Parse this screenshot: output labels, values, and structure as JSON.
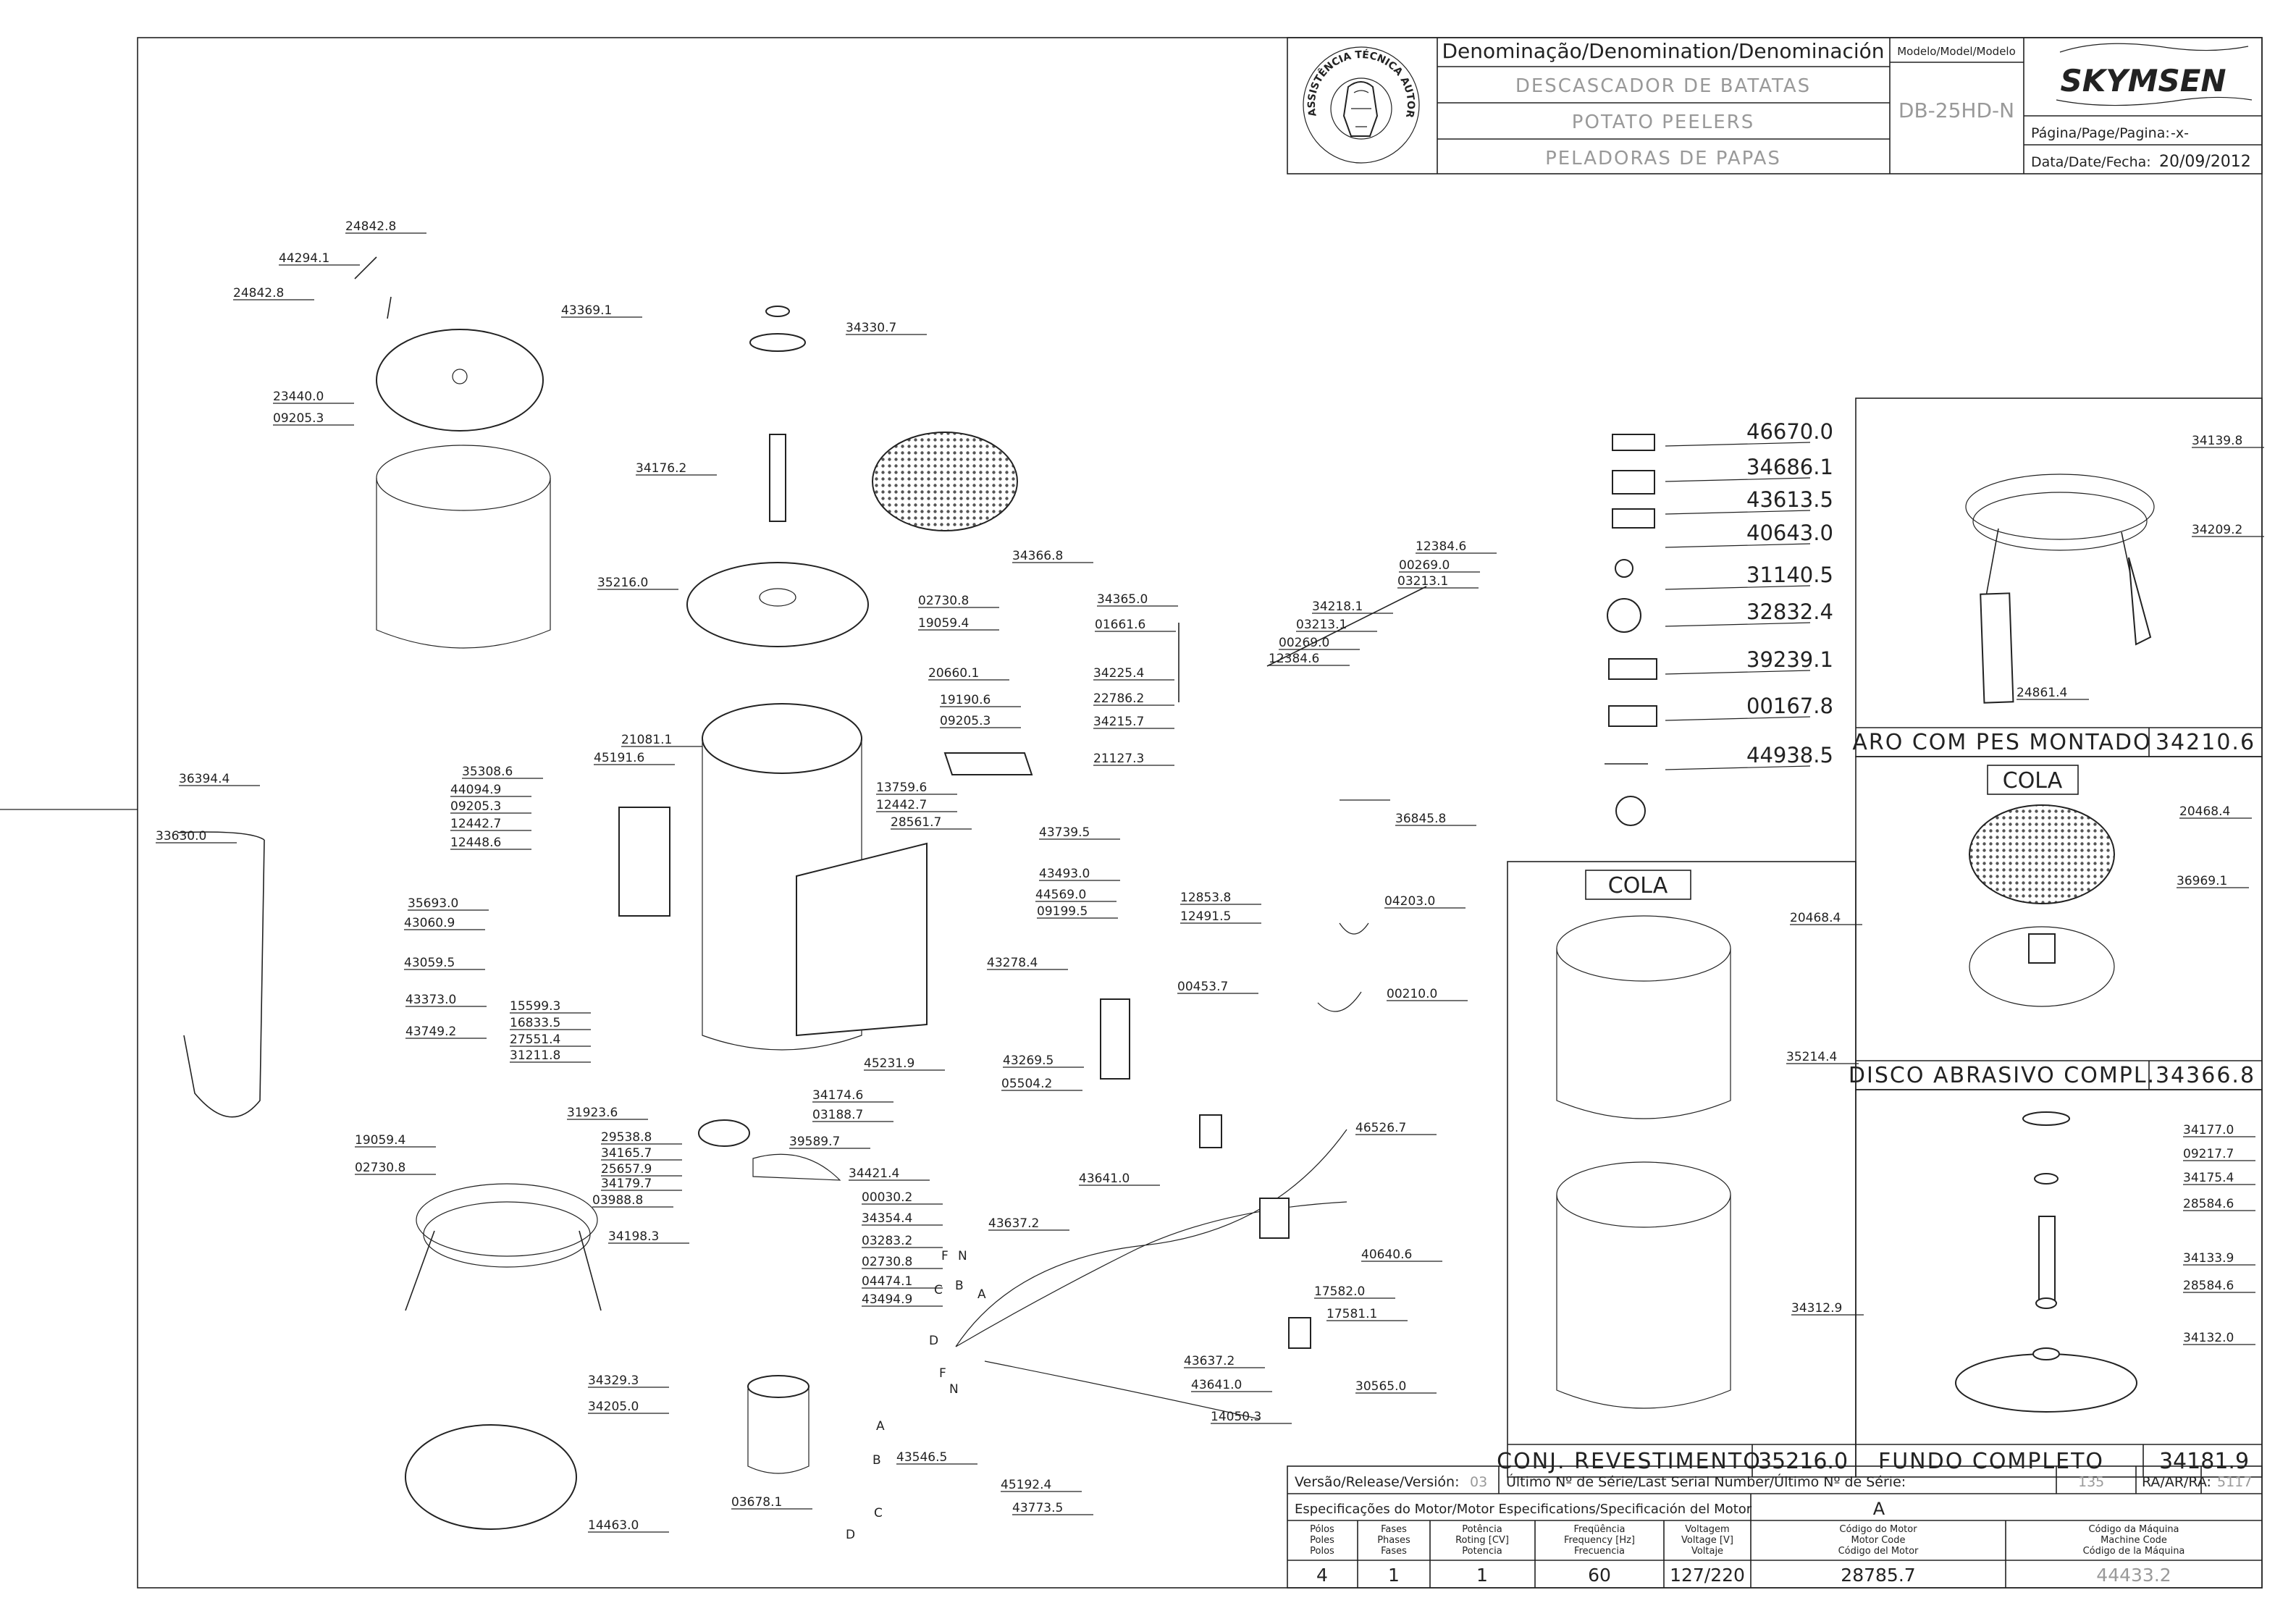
{
  "title_block": {
    "denomination_header": "Denominação/Denomination/Denominación",
    "model_header": "Modelo/Model/Modelo",
    "names": [
      "DESCASCADOR DE BATATAS",
      "POTATO PEELERS",
      "PELADORAS DE PAPAS"
    ],
    "model": "DB-25HD-N",
    "brand": "SKYMSEN",
    "seal_text": "ASSISTÊNCIA TÉCNICA AUTORIZADA",
    "page_label": "Página/Page/Pagina:",
    "page_value": "-x-",
    "date_label": "Data/Date/Fecha:",
    "date_value": "20/09/2012"
  },
  "assemblies": {
    "ring": {
      "name": "ARO COM PES MONTADO",
      "code": "34210.6"
    },
    "disc": {
      "name": "DISCO ABRASIVO COMPL.",
      "code": "34366.8",
      "glue": "COLA"
    },
    "lining": {
      "name": "CONJ. REVESTIMENTO",
      "code": "35216.0",
      "glue": "COLA"
    },
    "bottom": {
      "name": "FUNDO COMPLETO",
      "code": "34181.9"
    }
  },
  "labels_list": [
    "46670.0",
    "34686.1",
    "43613.5",
    "40643.0",
    "31140.5",
    "32832.4",
    "39239.1",
    "00167.8",
    "44938.5"
  ],
  "parts": [
    "24842.8",
    "44294.1",
    "24842.8",
    "43369.1",
    "23440.0",
    "09205.3",
    "35216.0",
    "34330.7",
    "34176.2",
    "34366.8",
    "02730.8",
    "19059.4",
    "34365.0",
    "01661.6",
    "34225.4",
    "22786.2",
    "34215.7",
    "21127.3",
    "12384.6",
    "00269.0",
    "03213.1",
    "34218.1",
    "03213.1",
    "00269.0",
    "12384.6",
    "20660.1",
    "19190.6",
    "09205.3",
    "43739.5",
    "43493.0",
    "44569.0",
    "09199.5",
    "12853.8",
    "12491.5",
    "21081.1",
    "45191.6",
    "35308.6",
    "44094.9",
    "09205.3",
    "12442.7",
    "12448.6",
    "13759.6",
    "12442.7",
    "28561.7",
    "36394.4",
    "33630.0",
    "35693.0",
    "43060.9",
    "43059.5",
    "43373.0",
    "43749.2",
    "15599.3",
    "16833.5",
    "27551.4",
    "31211.8",
    "43278.4",
    "45231.9",
    "31923.6",
    "36845.8",
    "04203.0",
    "00210.0",
    "00453.7",
    "43269.5",
    "05504.2",
    "19059.4",
    "02730.8",
    "34198.3",
    "29538.8",
    "34165.7",
    "25657.9",
    "34179.7",
    "03988.8",
    "34174.6",
    "03188.7",
    "39589.7",
    "34421.4",
    "00030.2",
    "34354.4",
    "03283.2",
    "02730.8",
    "04474.1",
    "43494.9",
    "43641.0",
    "43637.2",
    "46526.7",
    "40640.6",
    "17582.0",
    "17581.1",
    "30565.0",
    "43637.2",
    "43641.0",
    "14050.3",
    "34329.3",
    "34205.0",
    "14463.0",
    "03678.1",
    "43546.5",
    "45192.4",
    "43773.5"
  ],
  "right_parts": {
    "ring": [
      "34139.8",
      "34209.2",
      "24861.4"
    ],
    "disc": [
      "20468.4",
      "36969.1"
    ],
    "lining": [
      "20468.4",
      "35214.4",
      "34312.9"
    ],
    "bottom": [
      "34177.0",
      "09217.7",
      "34175.4",
      "28584.6",
      "34133.9",
      "28584.6",
      "34132.0"
    ]
  },
  "wire_letters": [
    "C",
    "B",
    "A",
    "D",
    "F",
    "N",
    "F",
    "N",
    "A",
    "B",
    "C",
    "D"
  ],
  "footer": {
    "version_label": "Versão/Release/Versión:",
    "version": "03",
    "serial_label": "Último Nº de Série/Last Serial Number/Último Nº de Série:",
    "serial": "135",
    "ra_label": "RA/AR/RA:",
    "ra": "5117",
    "spec_label": "Especificações do Motor/Motor Especifications/Specificación del Motor",
    "spec_letter": "A",
    "headers": [
      [
        "Pólos",
        "Poles",
        "Polos"
      ],
      [
        "Fases",
        "Phases",
        "Fases"
      ],
      [
        "Potência",
        "Roting [CV]",
        "Potencia"
      ],
      [
        "Freqüência",
        "Frequency [Hz]",
        "Frecuencia"
      ],
      [
        "Voltagem",
        "Voltage [V]",
        "Voltaje"
      ],
      [
        "Código do Motor",
        "Motor Code",
        "Código del Motor"
      ],
      [
        "Código da Máquina",
        "Machine Code",
        "Código de la Máquina"
      ]
    ],
    "values": [
      "4",
      "1",
      "1",
      "60",
      "127/220",
      "28785.7",
      "44433.2"
    ]
  }
}
